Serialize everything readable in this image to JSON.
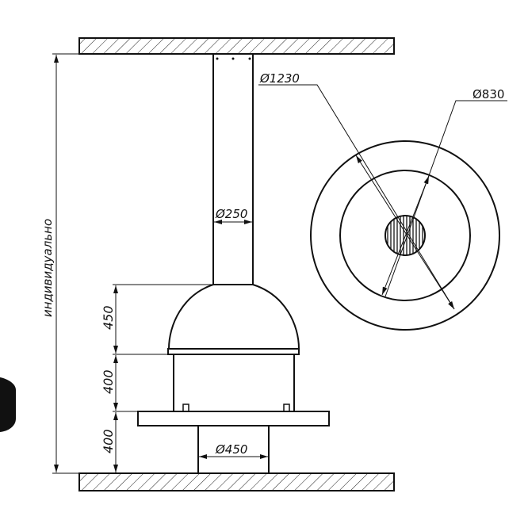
{
  "dimensions": {
    "overall_height": "индивидуально",
    "outer_diameter": "Ø1230",
    "inner_diameter": "Ø830",
    "pipe_diameter": "Ø250",
    "base_diameter": "Ø450",
    "dome_height": "450",
    "firebox_height": "400",
    "base_height": "400"
  },
  "colors": {
    "line": "#111111",
    "background": "#ffffff"
  }
}
